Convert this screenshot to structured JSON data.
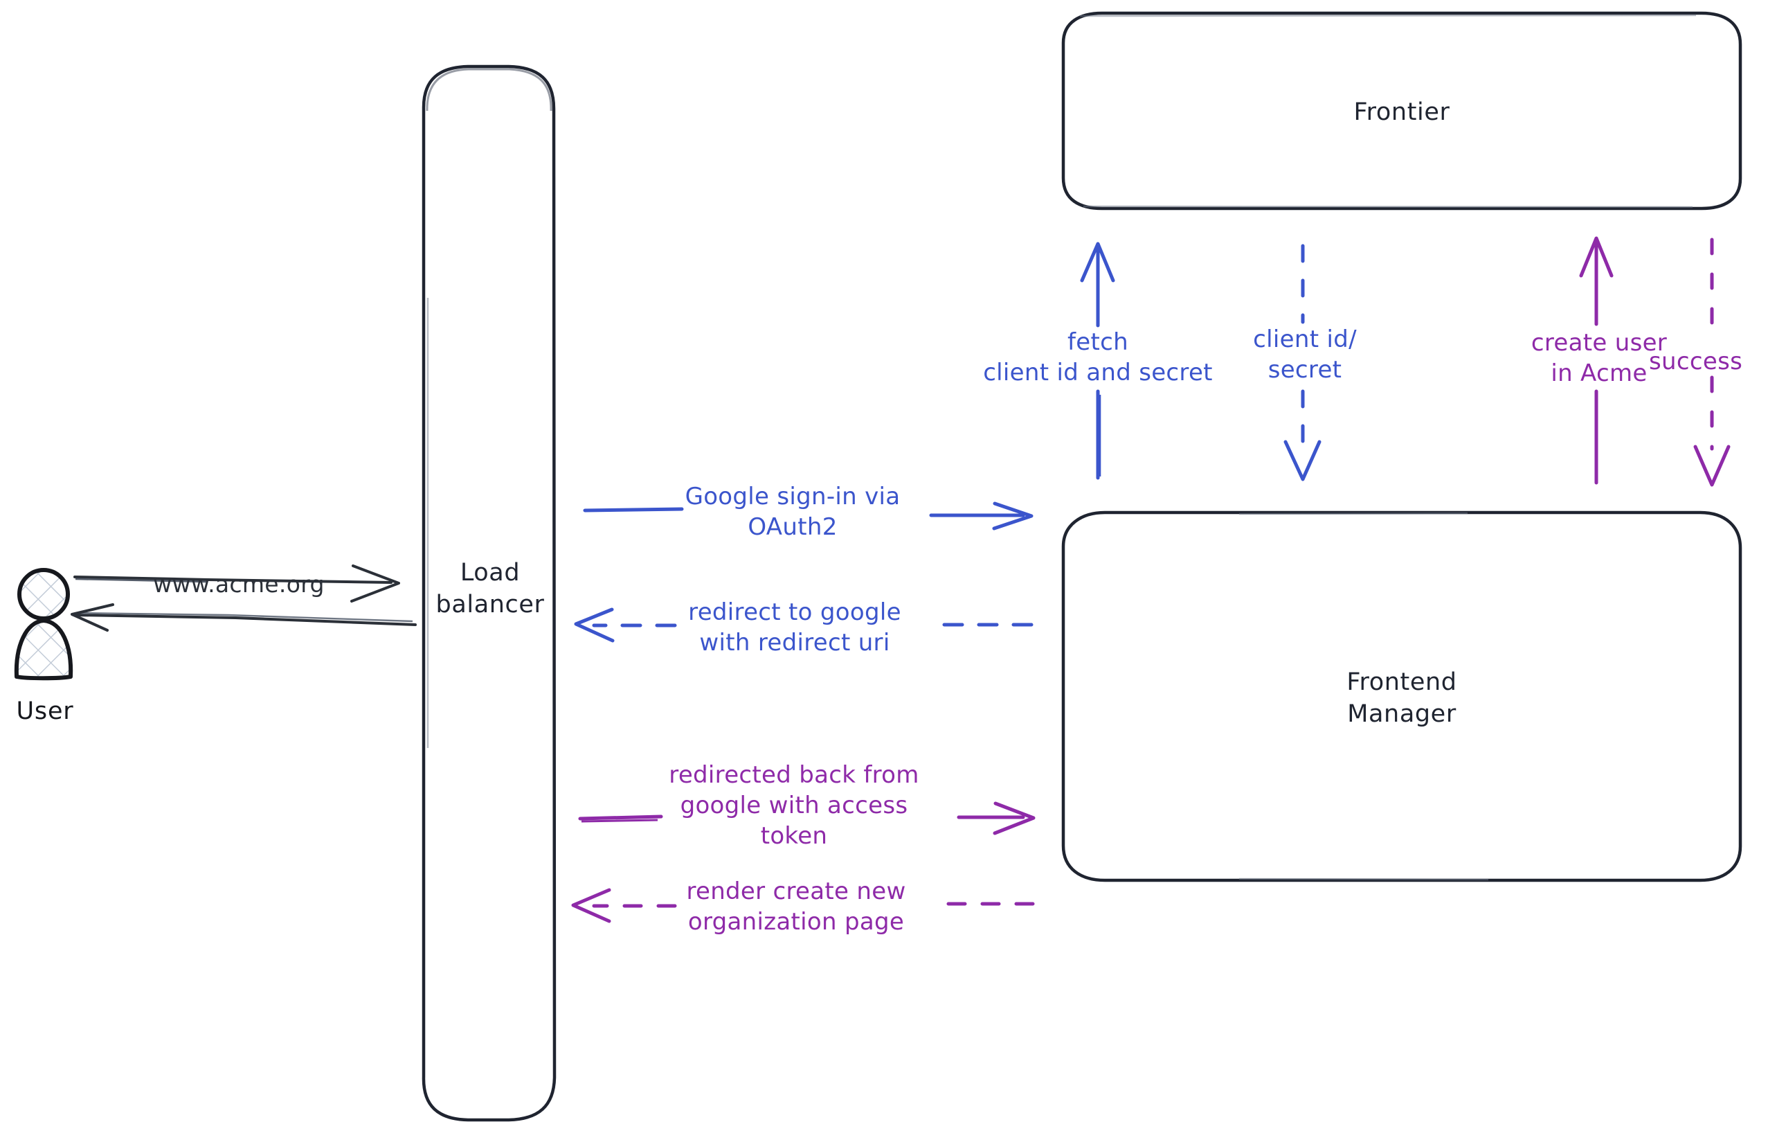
{
  "diagram": {
    "title": "Google OAuth2 sign-in sequence diagram",
    "background": "#ffffff",
    "colors": {
      "ink": "#1f2430",
      "blue": "#3b55cc",
      "purple": "#8e2aa8",
      "actor": "#16181d",
      "hatch": "#b9c4d0"
    }
  },
  "actors": {
    "user": {
      "label": "User",
      "icon": "user-actor-icon"
    }
  },
  "nodes": {
    "load_balancer": {
      "label": "Load\nbalancer"
    },
    "frontier": {
      "label": "Frontier"
    },
    "frontend_manager": {
      "label": "Frontend\nManager"
    }
  },
  "edges": {
    "user_to_lb": {
      "label": "www.acme.org",
      "style": "solid",
      "direction": "right",
      "color": "#2b3038"
    },
    "lb_to_user": {
      "label": "",
      "style": "solid",
      "direction": "left",
      "color": "#2b3038"
    },
    "lb_to_fm_signin": {
      "label": "Google sign-in via\nOAuth2",
      "style": "solid",
      "direction": "right",
      "color": "#3b55cc"
    },
    "fm_to_lb_redirect": {
      "label": "redirect to google\nwith redirect uri",
      "style": "dashed",
      "direction": "left",
      "color": "#3b55cc"
    },
    "lb_to_fm_token": {
      "label": "redirected back from\ngoogle with access\ntoken",
      "style": "solid",
      "direction": "right",
      "color": "#8e2aa8"
    },
    "fm_to_lb_render": {
      "label": "render create new\norganization page",
      "style": "dashed",
      "direction": "left",
      "color": "#8e2aa8"
    },
    "fm_to_frontier_fetch": {
      "label": "fetch\nclient id and secret",
      "style": "solid",
      "direction": "up",
      "color": "#3b55cc"
    },
    "frontier_to_fm_creds": {
      "label": "client id/\nsecret",
      "style": "dashed",
      "direction": "down",
      "color": "#3b55cc"
    },
    "fm_to_frontier_create": {
      "label": "create user\nin Acme",
      "style": "solid",
      "direction": "up",
      "color": "#8e2aa8"
    },
    "frontier_to_fm_success": {
      "label": "success",
      "style": "dashed",
      "direction": "down",
      "color": "#8e2aa8"
    }
  }
}
